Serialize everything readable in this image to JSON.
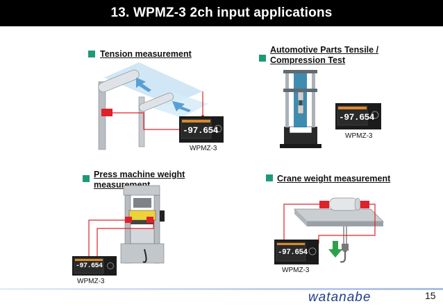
{
  "slide": {
    "title": "13. WPMZ-3 2ch input applications",
    "page_number": "15",
    "brand": "watanabe",
    "brand_color": "#1f3d8a",
    "accent_color": "#1e9a78",
    "wire_color": "#e0202a"
  },
  "sections": {
    "tension": {
      "title": "Tension measurement",
      "model": "WPMZ-3",
      "display_value": "-97.654"
    },
    "automotive": {
      "title_line1": "Automotive Parts Tensile /",
      "title_line2": "Compression Test",
      "model": "WPMZ-3",
      "display_value": "-97.654"
    },
    "press": {
      "title_line1": "Press machine weight",
      "title_line2": "measurement",
      "model": "WPMZ-3",
      "display_value": "-97.654"
    },
    "crane": {
      "title": "Crane weight measurement",
      "model": "WPMZ-3",
      "display_value": "-97.654"
    }
  }
}
